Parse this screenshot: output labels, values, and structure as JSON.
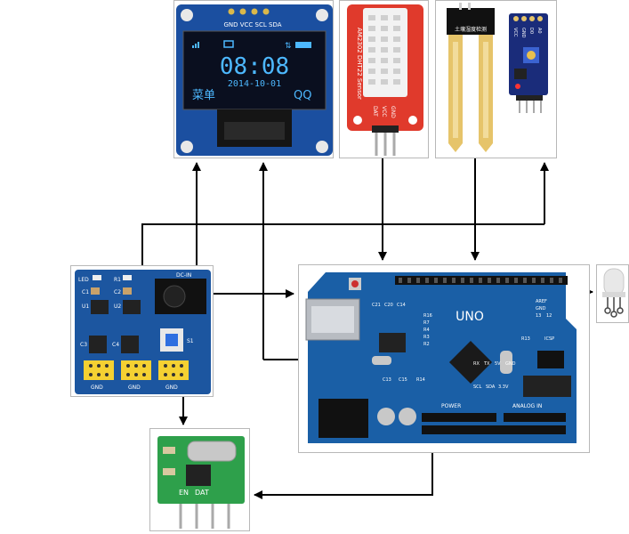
{
  "oled": {
    "header_pins": "GND VCC SCL SDA",
    "time": "08:08",
    "date": "2014-10-01",
    "left_label": "菜单",
    "right_label": "QQ"
  },
  "dht": {
    "side_text": "AM2302 DHT22 Sensor",
    "pins": [
      "DAT",
      "VCC",
      "GND"
    ]
  },
  "soil": {
    "probe_label": "土壤湿度检测",
    "pins": [
      "VCC",
      "GND",
      "D0",
      "A0"
    ]
  },
  "power": {
    "labels": [
      "LED",
      "R1",
      "C1",
      "C2",
      "U1",
      "U2",
      "C3",
      "C4",
      "S1",
      "DC-IN"
    ],
    "gnd_labels": [
      "GND",
      "GND",
      "GND"
    ]
  },
  "uno": {
    "brand": "UNO",
    "labels": [
      "C21",
      "C20",
      "C14",
      "R16",
      "R7",
      "R4",
      "R3",
      "R2",
      "ICSP",
      "R13",
      "AREF",
      "GND",
      "13",
      "12",
      "C13",
      "C15",
      "R14"
    ],
    "power_label": "POWER",
    "analog_label": "ANALOG IN",
    "bottom_labels": [
      "RX",
      "TX",
      "5V",
      "GND",
      "SCL",
      "SDA",
      "3.3V"
    ]
  },
  "rf": {
    "pins": [
      "EN",
      "DAT"
    ]
  },
  "colors": {
    "line": "#000000",
    "uno_board": "#1a5fa6",
    "power_board": "#1c56a0",
    "dht_body": "#e03a2c",
    "oled_screen": "#0a0f1f",
    "oled_text": "#4db8ff",
    "rf_board": "#2ea04b",
    "header_yellow": "#f5d132",
    "soil_board": "#1a2c7a",
    "probe_gold": "#e6c46a"
  }
}
